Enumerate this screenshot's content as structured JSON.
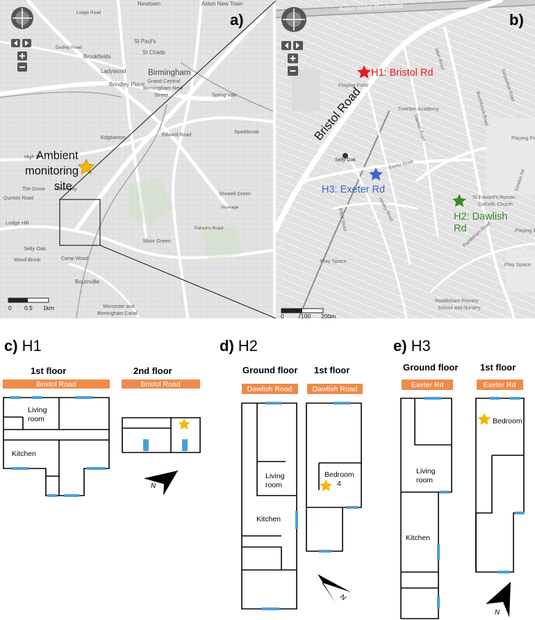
{
  "panels": {
    "a": "a)",
    "b": "b)",
    "c": {
      "letter": "c)",
      "name": "H1"
    },
    "d": {
      "letter": "d)",
      "name": "H2"
    },
    "e": {
      "letter": "e)",
      "name": "H3"
    }
  },
  "map_a": {
    "site_label_line1": "Ambient",
    "site_label_line2": "monitoring",
    "site_label_line3": "site",
    "places": [
      "Newtown",
      "Aston New Town",
      "Lodge Road",
      "Dudley Road",
      "St Paul's",
      "St Chads",
      "Brookfields",
      "Ladywood",
      "Birmingham",
      "Brindley Place",
      "Grand Central",
      "Birmingham New",
      "Street",
      "Spring Vale",
      "Sparkbrook",
      "Edgbaston",
      "Edward Road",
      "High St",
      "Quinton Road",
      "The Grove",
      "University",
      "Lodge Hill",
      "Showell Green",
      "Moor Green",
      "Selly Oak",
      "Wood Brook",
      "Camp Wood",
      "Bournville",
      "Worcester and",
      "Birmingham Canal",
      "Parsons Road",
      "Vicarage"
    ],
    "scale": {
      "labels": [
        "0",
        "0.5",
        "1km"
      ]
    }
  },
  "map_b": {
    "road_label": "Bristol Road",
    "top_road": "Aston Webb Boulevard",
    "sites": {
      "h1": "H1: Bristol Rd",
      "h2_line1": "H2: Dawlish",
      "h2_line2": "Rd",
      "h3": "H3: Exeter Rd"
    },
    "places": [
      "Playing Field",
      "Tiverton Academy",
      "Selly Oak",
      "Playing Fields",
      "St Edward's Roman",
      "Catholic Church",
      "Play Space",
      "Play Space",
      "Raddlebarn Primary",
      "School and Nursery",
      "Playing Fie",
      "Dawlish Road",
      "Exeter Road",
      "Heeley Road",
      "Elliott Road",
      "Bournbrook Road",
      "Raddlebarn Road",
      "Alton Road",
      "Elmdon Rd",
      "Serpentine Road"
    ],
    "scale": {
      "labels": [
        "0",
        "100",
        "200m"
      ]
    }
  },
  "floorplans": {
    "h1": {
      "floors": [
        "1st floor",
        "2nd floor"
      ],
      "roads": [
        "Bristol Road",
        "Bristol Road"
      ],
      "rooms": [
        "Living",
        "room",
        "Kitchen"
      ],
      "compass": "N"
    },
    "h2": {
      "floors": [
        "Ground floor",
        "1st floor"
      ],
      "roads": [
        "Dawlish Road",
        "Dawlish Road"
      ],
      "rooms": [
        "Living",
        "room",
        "Kitchen",
        "Bedroom",
        "4"
      ],
      "compass": "N"
    },
    "h3": {
      "floors": [
        "Ground floor",
        "1st floor"
      ],
      "roads": [
        "Exeter Rd",
        "Exeter Rd"
      ],
      "rooms": [
        "Living",
        "room",
        "Kitchen",
        "Bedroom"
      ],
      "compass": "N"
    }
  },
  "colors": {
    "road_tag": "#ef8a4a",
    "window": "#4a9fd8",
    "star": "#f5b800",
    "h1": "#e8181e",
    "h2": "#3b8a2a",
    "h3": "#3a66c6"
  }
}
